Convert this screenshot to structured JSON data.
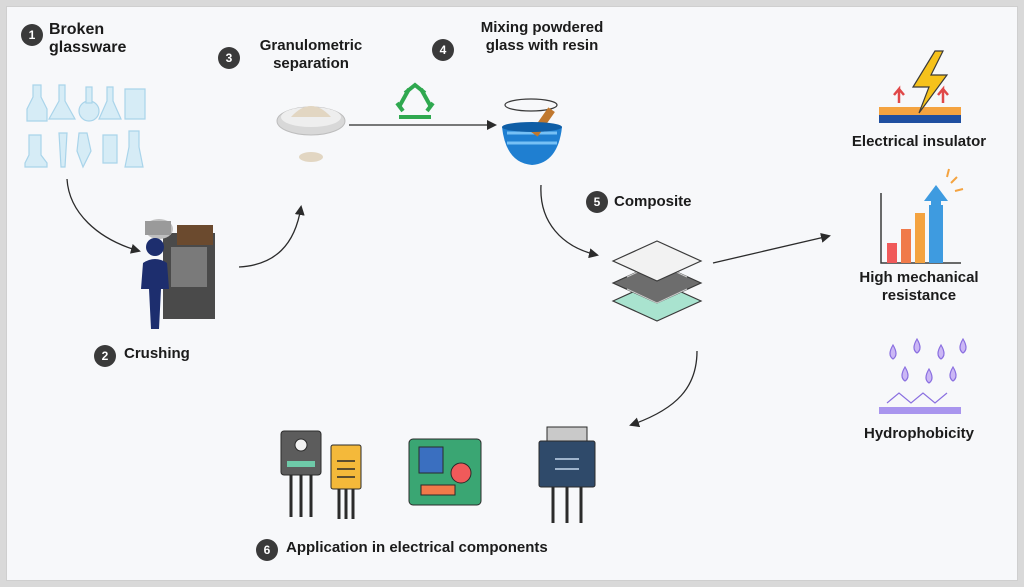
{
  "steps": [
    {
      "number": "1",
      "label": "Broken glassware"
    },
    {
      "number": "2",
      "label": "Crushing"
    },
    {
      "number": "3",
      "label": "Granulometric separation"
    },
    {
      "number": "4",
      "label": "Mixing powdered glass with resin"
    },
    {
      "number": "5",
      "label": "Composite"
    },
    {
      "number": "6",
      "label": "Application in electrical components"
    }
  ],
  "properties": [
    {
      "label": "Electrical insulator",
      "icon": "lightning-insulator-icon"
    },
    {
      "label": "High mechanical resistance",
      "icon": "bar-chart-arrow-icon"
    },
    {
      "label": "Hydrophobicity",
      "icon": "water-drops-icon"
    }
  ],
  "icons": {
    "glassware": "glassware-icon",
    "crusher": "crusher-machine-icon",
    "sieve": "sieve-icon",
    "recycle": "recycle-icon",
    "mixing": "mixing-bowl-icon",
    "composite": "composite-layers-icon",
    "components": "electrical-components-icon"
  },
  "colors": {
    "step_badge": "#3a3a3a",
    "arrow": "#2b2b2b",
    "glass": "#bfe0ef",
    "mix_bowl": "#1f7fd1",
    "recycle": "#2fa84f",
    "lightning": "#f6c21b"
  }
}
